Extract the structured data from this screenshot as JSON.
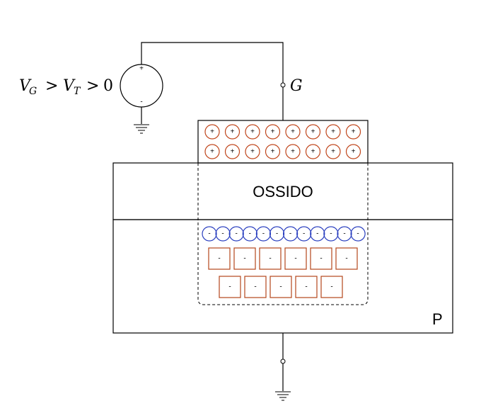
{
  "labels": {
    "oxide": "OSSIDO",
    "substrate": "P",
    "gate": "G",
    "condition": {
      "v1": "V",
      "s1": "G",
      "op1": ">",
      "v2": "V",
      "s2": "T",
      "op2": ">",
      "zero": "0"
    },
    "source_plus": "+",
    "source_minus": "-"
  },
  "charges": {
    "gate_positive": {
      "rows": 2,
      "per_row": 8,
      "symbol": "+",
      "color": "#c0461c"
    },
    "inversion_electrons": {
      "count": 12,
      "symbol": "-",
      "color": "#2a3fbf"
    },
    "depletion_acceptors": {
      "rows": [
        6,
        5
      ],
      "symbol": "-",
      "color": "#b5451b"
    }
  }
}
